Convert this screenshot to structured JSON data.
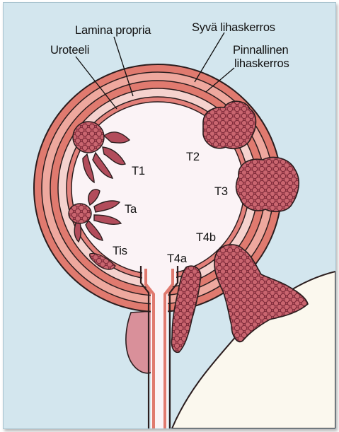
{
  "labels": {
    "lamina_propria": "Lamina propria",
    "syva": "Syvä lihaskerros",
    "pinnallinen_1": "Pinnallinen",
    "pinnallinen_2": "lihaskerros",
    "uroteeli": "Uroteeli",
    "t1": "T1",
    "t2": "T2",
    "t3": "T3",
    "ta": "Ta",
    "tis": "Tis",
    "t4a": "T4a",
    "t4b": "T4b"
  },
  "colors": {
    "background": "#d3e6ee",
    "outer_muscle": "#e07a6f",
    "inner_muscle": "#eea89e",
    "lamina": "#f5d2ce",
    "urothelium": "#e3807a",
    "lumen": "#fbf3f6",
    "tumor": "#b24c5b",
    "tumor_dark": "#7c2a38",
    "prostate": "#d9909a",
    "bone": "#fbf8ee",
    "outline": "#2b1d1e"
  }
}
